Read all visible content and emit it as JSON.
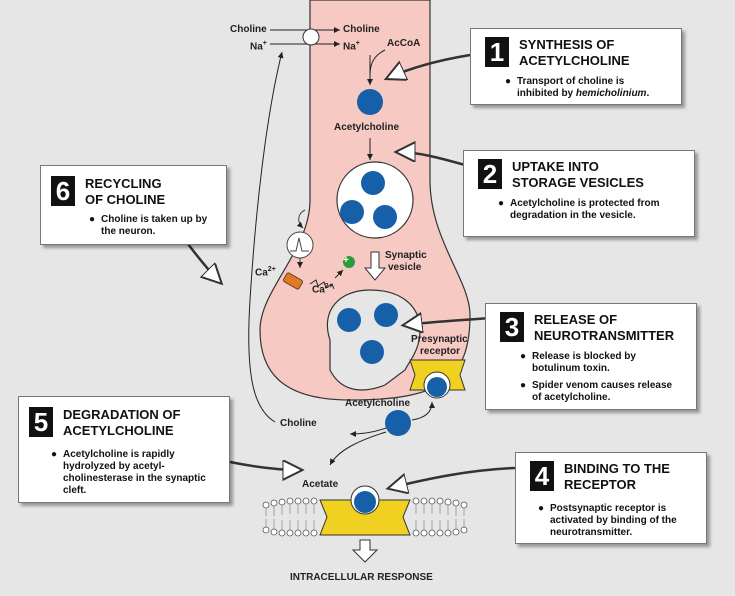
{
  "labels": {
    "choline_out": "Choline",
    "na_out": "Na",
    "choline_in": "Choline",
    "na_in": "Na",
    "acoa": "AcCoA",
    "ach_top": "Acetylcholine",
    "synaptic_vesicle_1": "Synaptic",
    "synaptic_vesicle_2": "vesicle",
    "ca_out": "Ca",
    "ca_in": "Ca",
    "charge_2plus": "2+",
    "charge_plus": "+",
    "presyn_receptor_1": "Presynaptic",
    "presyn_receptor_2": "receptor",
    "ach_cleft": "Acetylcholine",
    "choline_cleft": "Choline",
    "acetate": "Acetate",
    "intracellular_response": "INTRACELLULAR RESPONSE"
  },
  "boxes": {
    "b1": {
      "number": "1",
      "title_line1": "SYNTHESIS OF",
      "title_line2": "ACETYLCHOLINE",
      "bullet_prefix": "Transport of choline is inhibited by ",
      "bullet_italic": "hemicholinium",
      "bullet_suffix": "."
    },
    "b2": {
      "number": "2",
      "title_line1": "UPTAKE INTO",
      "title_line2": "STORAGE VESICLES",
      "bullet": "Acetylcholine is protected from degradation in the vesicle."
    },
    "b3": {
      "number": "3",
      "title_line1": "RELEASE OF",
      "title_line2": "NEUROTRANSMITTER",
      "bullet1": "Release is blocked by botulinum toxin.",
      "bullet2": "Spider venom causes release of acetylcholine."
    },
    "b4": {
      "number": "4",
      "title_line1": "BINDING TO THE",
      "title_line2": "RECEPTOR",
      "bullet": "Postsynaptic receptor is activated by binding of the neurotransmitter."
    },
    "b5": {
      "number": "5",
      "title_line1": "DEGRADATION OF",
      "title_line2": "ACETYLCHOLINE",
      "bullet": "Acetylcholine is rapidly hydrolyzed by acetyl-cholinesterase in the synaptic cleft."
    },
    "b6": {
      "number": "6",
      "title_line1": "RECYCLING",
      "title_line2": "OF CHOLINE",
      "bullet": "Choline is taken up by the neuron."
    }
  },
  "bullet_symbol": "●",
  "colors": {
    "neuron_fill": "#f6c9c3",
    "ach_blue": "#1560a8",
    "receptor_yellow": "#f0d020",
    "plus_green": "#2a9a3a",
    "channel_orange": "#e07a20"
  }
}
